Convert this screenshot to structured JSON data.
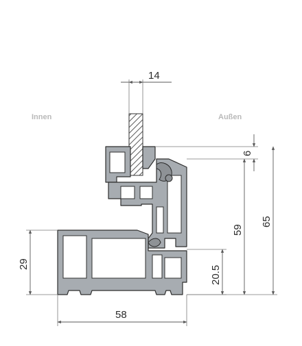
{
  "labels": {
    "inside": "Innen",
    "outside": "Außen"
  },
  "dimensions": {
    "glass_thickness": "14",
    "bead_overlap": "6",
    "sash_height": "59",
    "total_height": "65",
    "frame_height": "29",
    "outer_height": "20.5",
    "frame_depth": "58"
  },
  "colors": {
    "profile_fill": "#a7acb1",
    "outline": "#2f2f2f",
    "dimension_line": "#5a5a5a",
    "side_label": "#b9b9b9"
  }
}
